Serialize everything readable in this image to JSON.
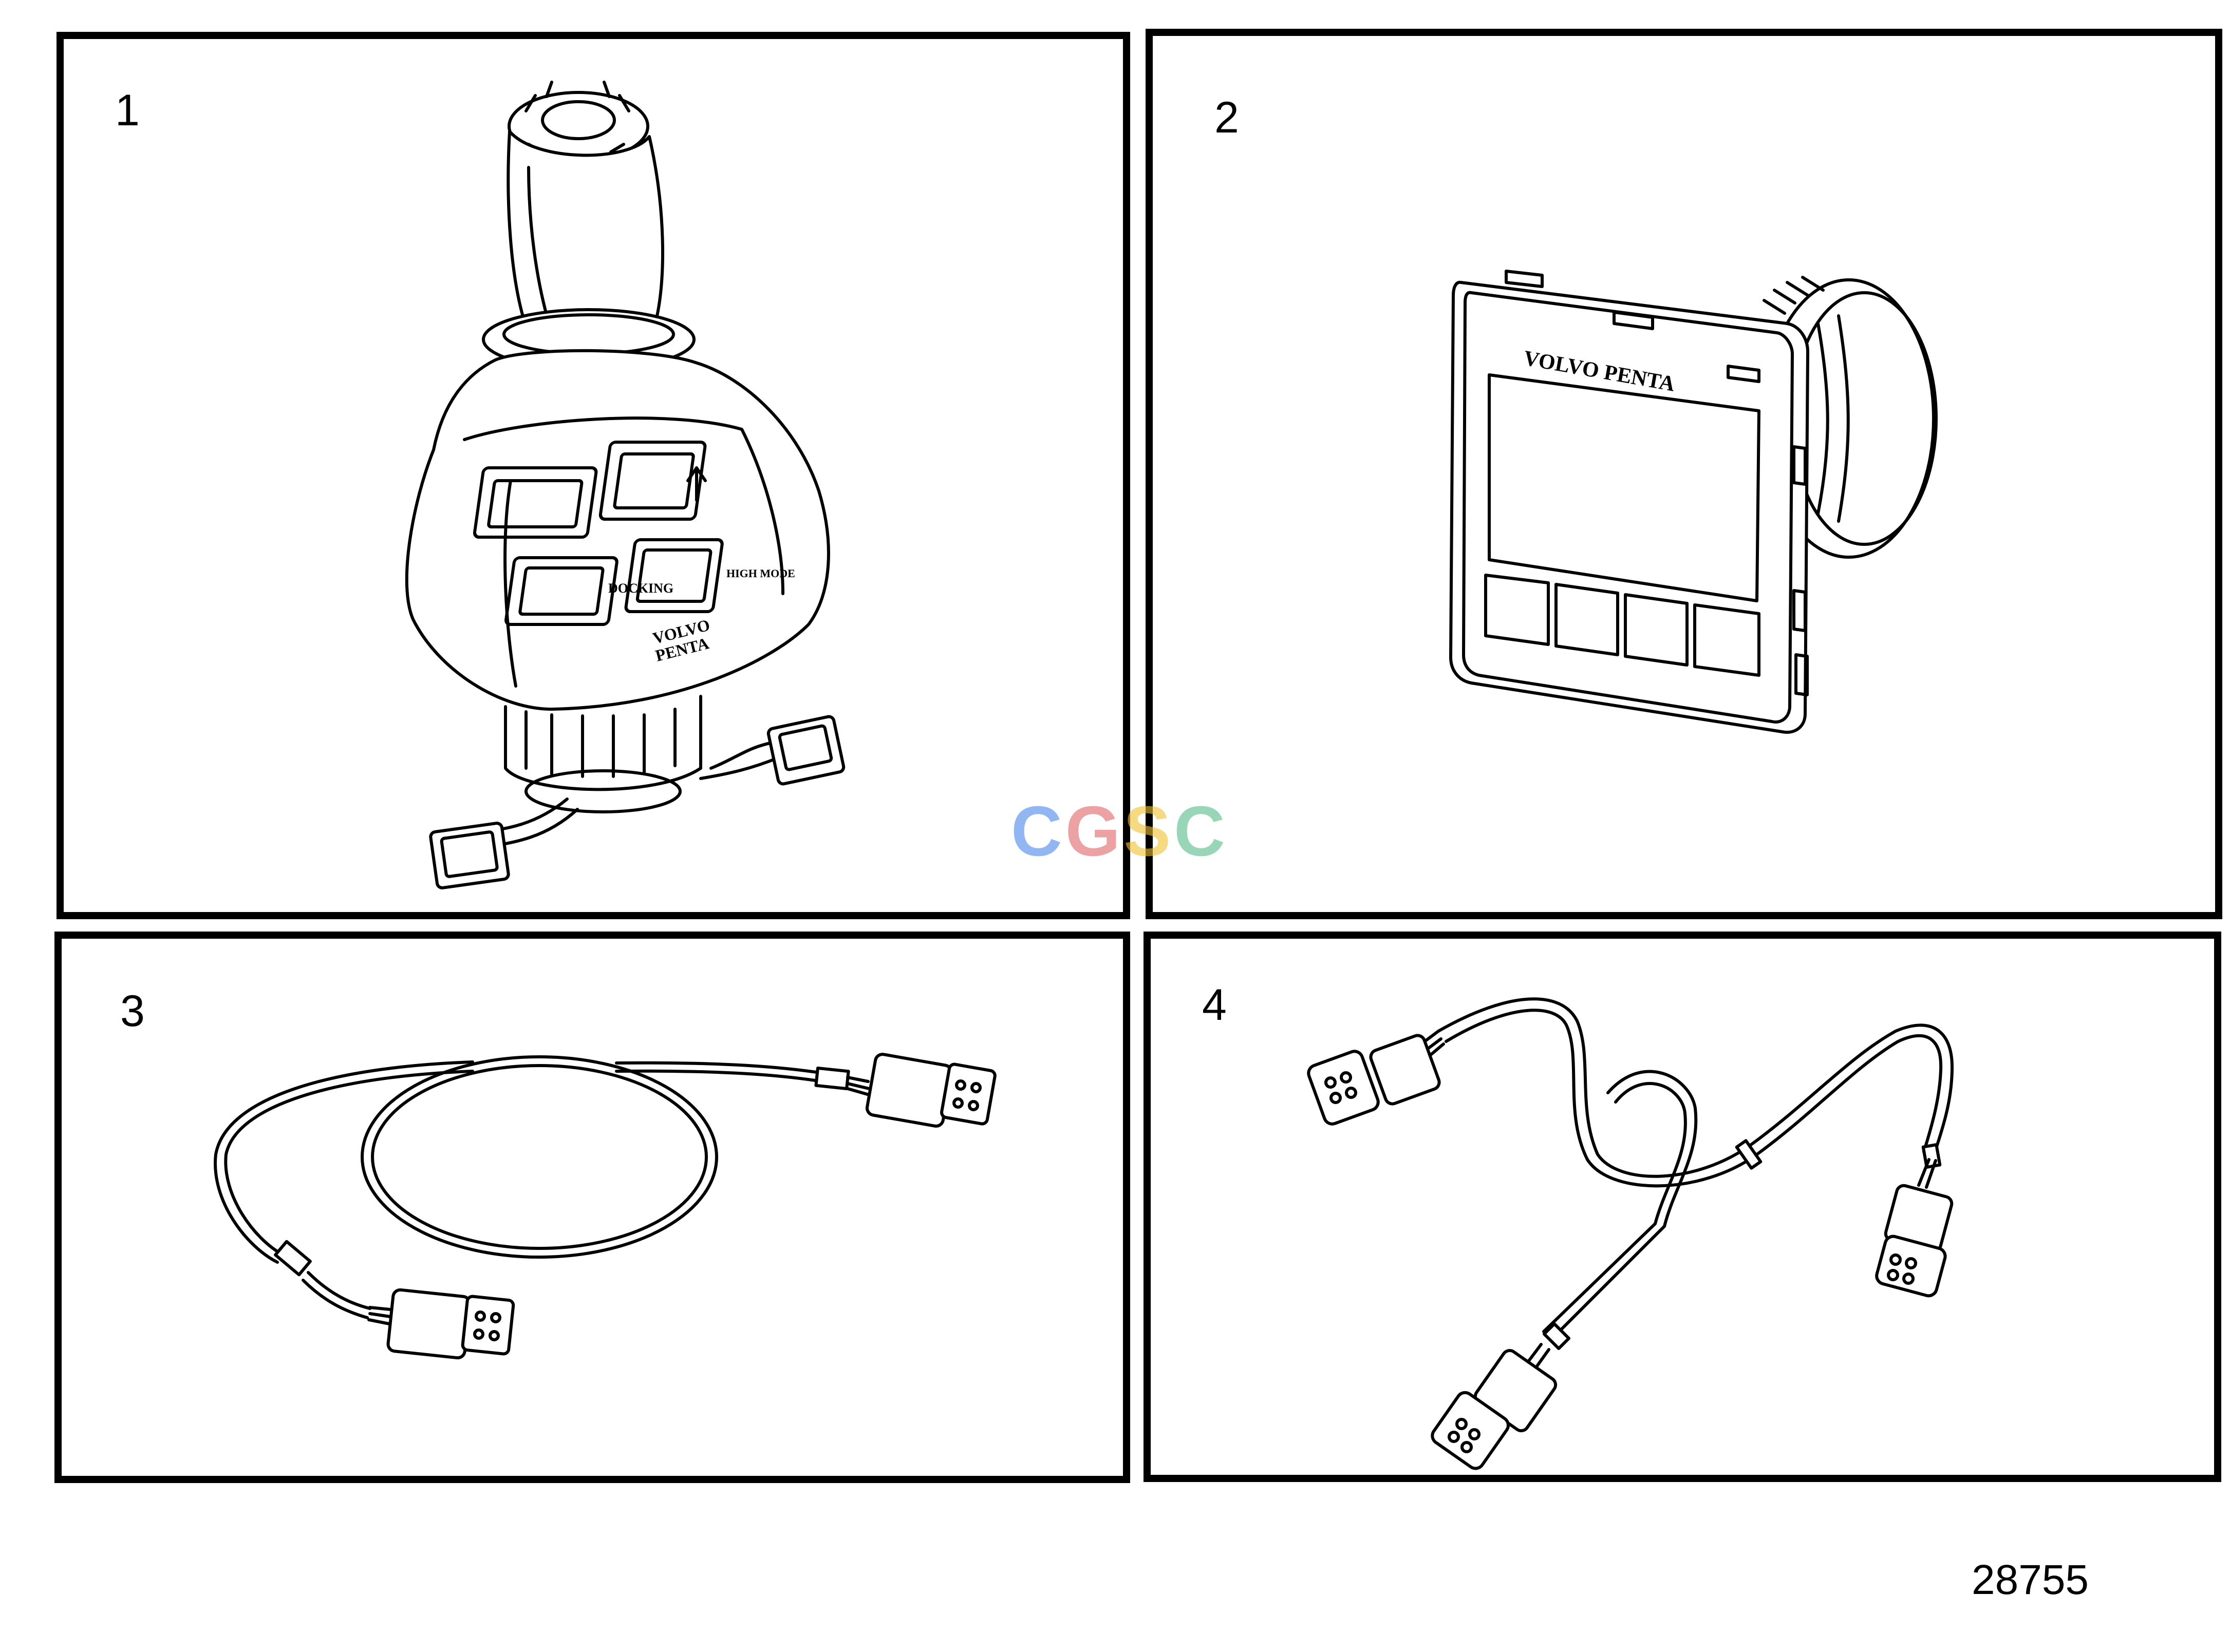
{
  "panels": [
    {
      "number": "1",
      "item": "joystick",
      "buttons": [
        "DOCKING",
        "HIGH MODE"
      ],
      "brand": [
        "VOLVO",
        "PENTA"
      ]
    },
    {
      "number": "2",
      "item": "display",
      "brand": "VOLVO PENTA"
    },
    {
      "number": "3",
      "item": "cable"
    },
    {
      "number": "4",
      "item": "y-cable"
    }
  ],
  "watermark": {
    "letters": [
      "C",
      "G",
      "S",
      "C"
    ],
    "colors": [
      "#4a86e8",
      "#e06666",
      "#f1c232",
      "#57bb8a"
    ]
  },
  "figure_id": "28755",
  "colors": {
    "line": "#000000",
    "background": "#ffffff"
  }
}
